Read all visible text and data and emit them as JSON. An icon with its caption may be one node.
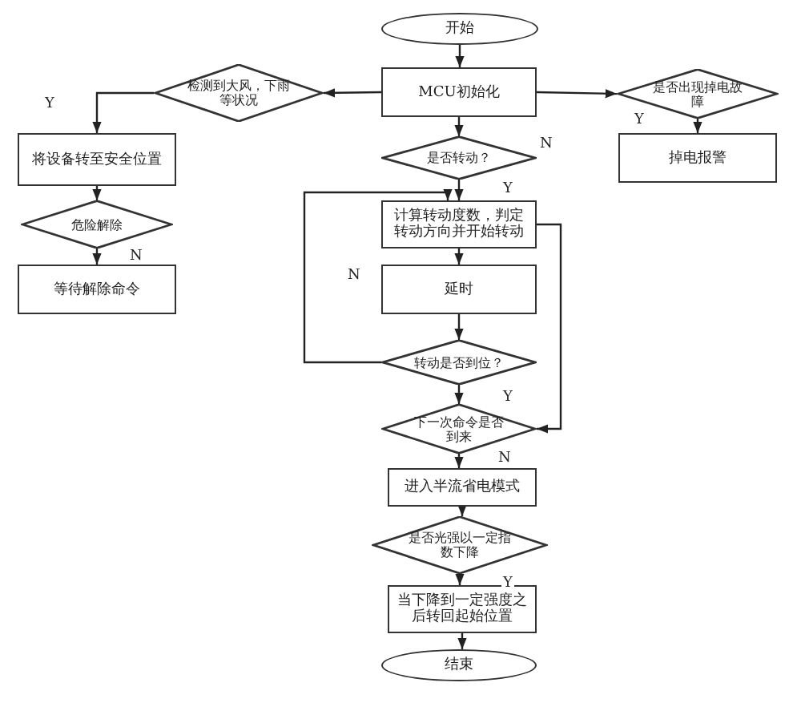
{
  "diagram": {
    "nodes": [
      {
        "text": [
          "开始"
        ]
      },
      {
        "text": [
          "MCU初始化"
        ]
      },
      {
        "text": [
          "检测到大风，下雨等状况"
        ]
      },
      {
        "text": [
          "是否出现掉电故障"
        ]
      },
      {
        "text": [
          "掉电报警"
        ]
      },
      {
        "text": [
          "将设备转至安全位置"
        ]
      },
      {
        "text": [
          "危险解除"
        ]
      },
      {
        "text": [
          "等待解除命令"
        ]
      },
      {
        "text": [
          "是否转动？"
        ]
      },
      {
        "text": [
          "计算转动度数，判定转动方向并开始转动"
        ]
      },
      {
        "text": [
          "延时"
        ]
      },
      {
        "text": [
          "转动是否到位？"
        ]
      },
      {
        "text": [
          "下一次命令是否到来"
        ]
      },
      {
        "text": [
          "进入半流省电模式"
        ]
      },
      {
        "text": [
          "是否光强以一定指数下降"
        ]
      },
      {
        "text": [
          "当下降到一定强度之后转回起始位置"
        ]
      },
      {
        "text": [
          "结束"
        ]
      }
    ],
    "edges": [
      {
        "from": 0,
        "to": 1,
        "arrow": "to"
      },
      {
        "from": 1,
        "to": 2,
        "arrow": "to"
      },
      {
        "from": 1,
        "to": 3,
        "arrow": "to"
      },
      {
        "from": 2,
        "to": 5,
        "arrow": "to",
        "label": "Y"
      },
      {
        "from": 3,
        "to": 4,
        "arrow": "to",
        "label": "Y"
      },
      {
        "from": 5,
        "to": 6,
        "arrow": "to"
      },
      {
        "from": 6,
        "to": 7,
        "arrow": "to",
        "label": "N"
      },
      {
        "from": 1,
        "to": 8,
        "arrow": "to"
      },
      {
        "from": 8,
        "to": 9,
        "arrow": "to",
        "label": "Y"
      },
      {
        "from": 9,
        "to": 10,
        "arrow": "to"
      },
      {
        "from": 10,
        "to": 11,
        "arrow": "to"
      },
      {
        "from": 11,
        "to": 9,
        "arrow": "to",
        "label": "N"
      },
      {
        "from": 9,
        "to": 12,
        "arrow": "to"
      },
      {
        "from": 11,
        "to": 12,
        "arrow": "to",
        "label": "Y"
      },
      {
        "from": 12,
        "to": 13,
        "arrow": "to",
        "label": "N"
      },
      {
        "from": 13,
        "to": 14,
        "arrow": "to"
      },
      {
        "from": 14,
        "to": 15,
        "arrow": "to",
        "label": "Y"
      },
      {
        "from": 15,
        "to": 16,
        "arrow": "to"
      }
    ],
    "labels": [
      "N"
    ]
  }
}
